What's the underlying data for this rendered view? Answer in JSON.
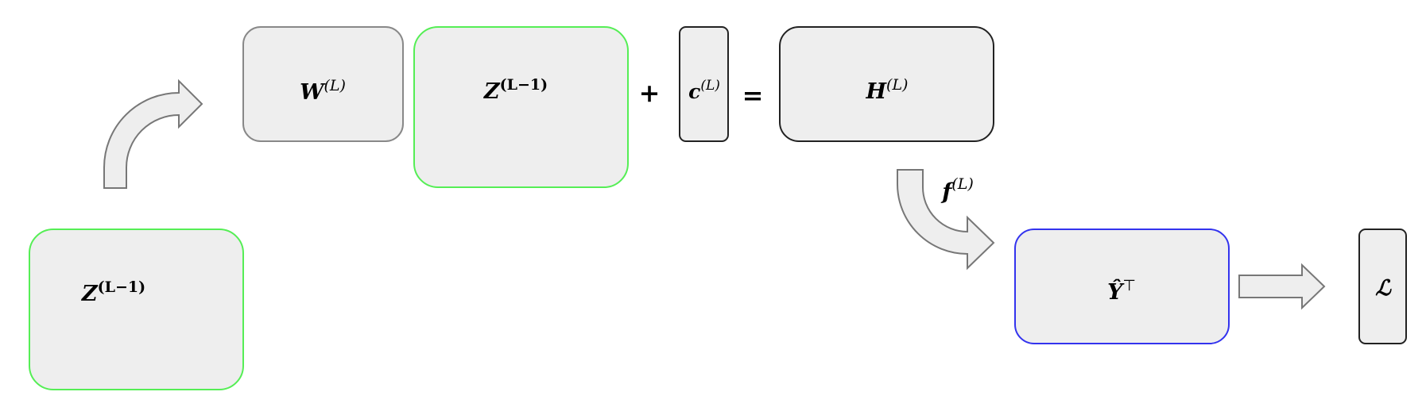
{
  "colors": {
    "box_fill": "#eeeeee",
    "gray_border": "#888888",
    "dark_border": "#222222",
    "green_border": "#55ee55",
    "blue_border": "#3333ee",
    "arrow_fill": "#eeeeee",
    "arrow_stroke": "#777777"
  },
  "nodes": {
    "z_prev_left": {
      "base": "Z",
      "sup": "(L−1)"
    },
    "w": {
      "base": "W",
      "sup": "(L)"
    },
    "z_prev_mid": {
      "base": "Z",
      "sup": "(L−1)"
    },
    "c": {
      "base": "c",
      "sup": "(L)"
    },
    "h": {
      "base": "H",
      "sup": "(L)"
    },
    "y_hat": {
      "base": "Ŷ",
      "sup": "⊤"
    },
    "loss": {
      "base": "ℒ"
    }
  },
  "operators": {
    "plus": "+",
    "equals": "="
  },
  "activation": {
    "base": "f",
    "sup": "(L)"
  }
}
